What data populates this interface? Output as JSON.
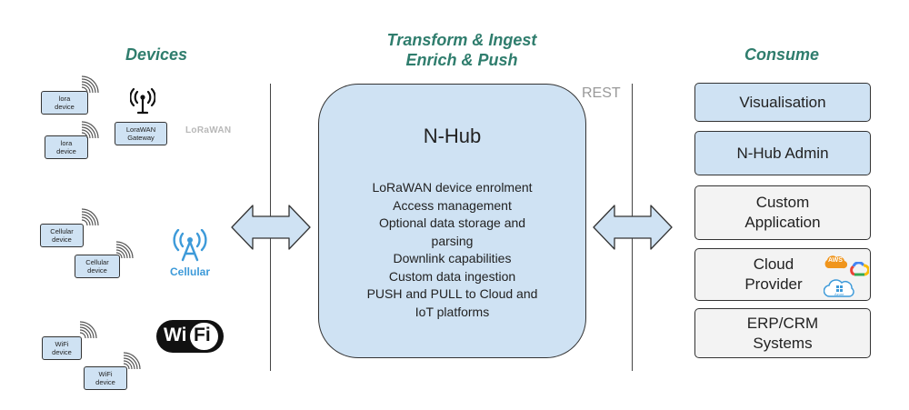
{
  "headings": {
    "devices": "Devices",
    "transform_line1": "Transform & Ingest",
    "transform_line2": "Enrich & Push",
    "consume": "Consume"
  },
  "devices": {
    "lora_1": [
      "lora",
      "device"
    ],
    "lora_2": [
      "lora",
      "device"
    ],
    "gateway": [
      "LoraWAN",
      "Gateway"
    ],
    "lorawan_logo": "LoRaWAN",
    "cellular_1": [
      "Cellular",
      "device"
    ],
    "cellular_2": [
      "Cellular",
      "device"
    ],
    "cellular_label": "Cellular",
    "wifi_1": [
      "WiFi",
      "device"
    ],
    "wifi_2": [
      "WiFi",
      "device"
    ],
    "wifi_logo": [
      "Wi",
      "Fi"
    ]
  },
  "hub": {
    "title": "N-Hub",
    "capabilities": [
      "LoRaWAN device enrolment",
      "Access management",
      "Optional data storage and",
      "parsing",
      "Downlink capabilities",
      "Custom data ingestion",
      "PUSH and PULL to Cloud and",
      "IoT platforms"
    ]
  },
  "rest_label": "REST",
  "consumers": [
    {
      "lines": [
        "Visualisation"
      ]
    },
    {
      "lines": [
        "N-Hub Admin"
      ]
    },
    {
      "lines": [
        "Custom",
        "Application"
      ]
    },
    {
      "lines": [
        "Cloud",
        "Provider"
      ]
    },
    {
      "lines": [
        "ERP/CRM",
        "Systems"
      ]
    }
  ],
  "cloud_badges": {
    "aws": "AWS",
    "azure": "Azure"
  },
  "colors": {
    "heading_green": "#2f7d6d",
    "box_blue": "#cfe2f3",
    "box_grey": "#f3f3f3",
    "cellular_blue": "#3d9ad9"
  }
}
